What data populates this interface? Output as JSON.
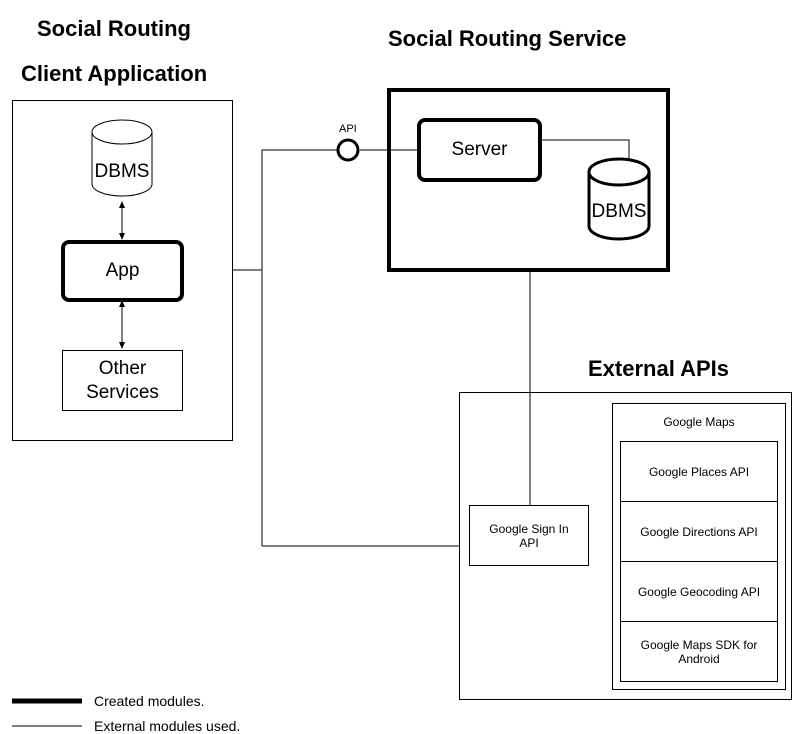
{
  "client": {
    "title_line1": "Social Routing",
    "title_line2": "Client Application",
    "dbms_label": "DBMS",
    "app_label": "App",
    "other_services_label": "Other Services"
  },
  "service": {
    "title": "Social Routing Service",
    "api_label": "API",
    "server_label": "Server",
    "dbms_label": "DBMS"
  },
  "external": {
    "title": "External APIs",
    "sign_in_label": "Google Sign In API",
    "google_maps": {
      "header": "Google Maps",
      "items": [
        "Google Places API",
        "Google Directions API",
        "Google Geocoding API",
        "Google Maps SDK for Android"
      ]
    }
  },
  "legend": {
    "created": "Created modules.",
    "external_used": "External modules used."
  }
}
